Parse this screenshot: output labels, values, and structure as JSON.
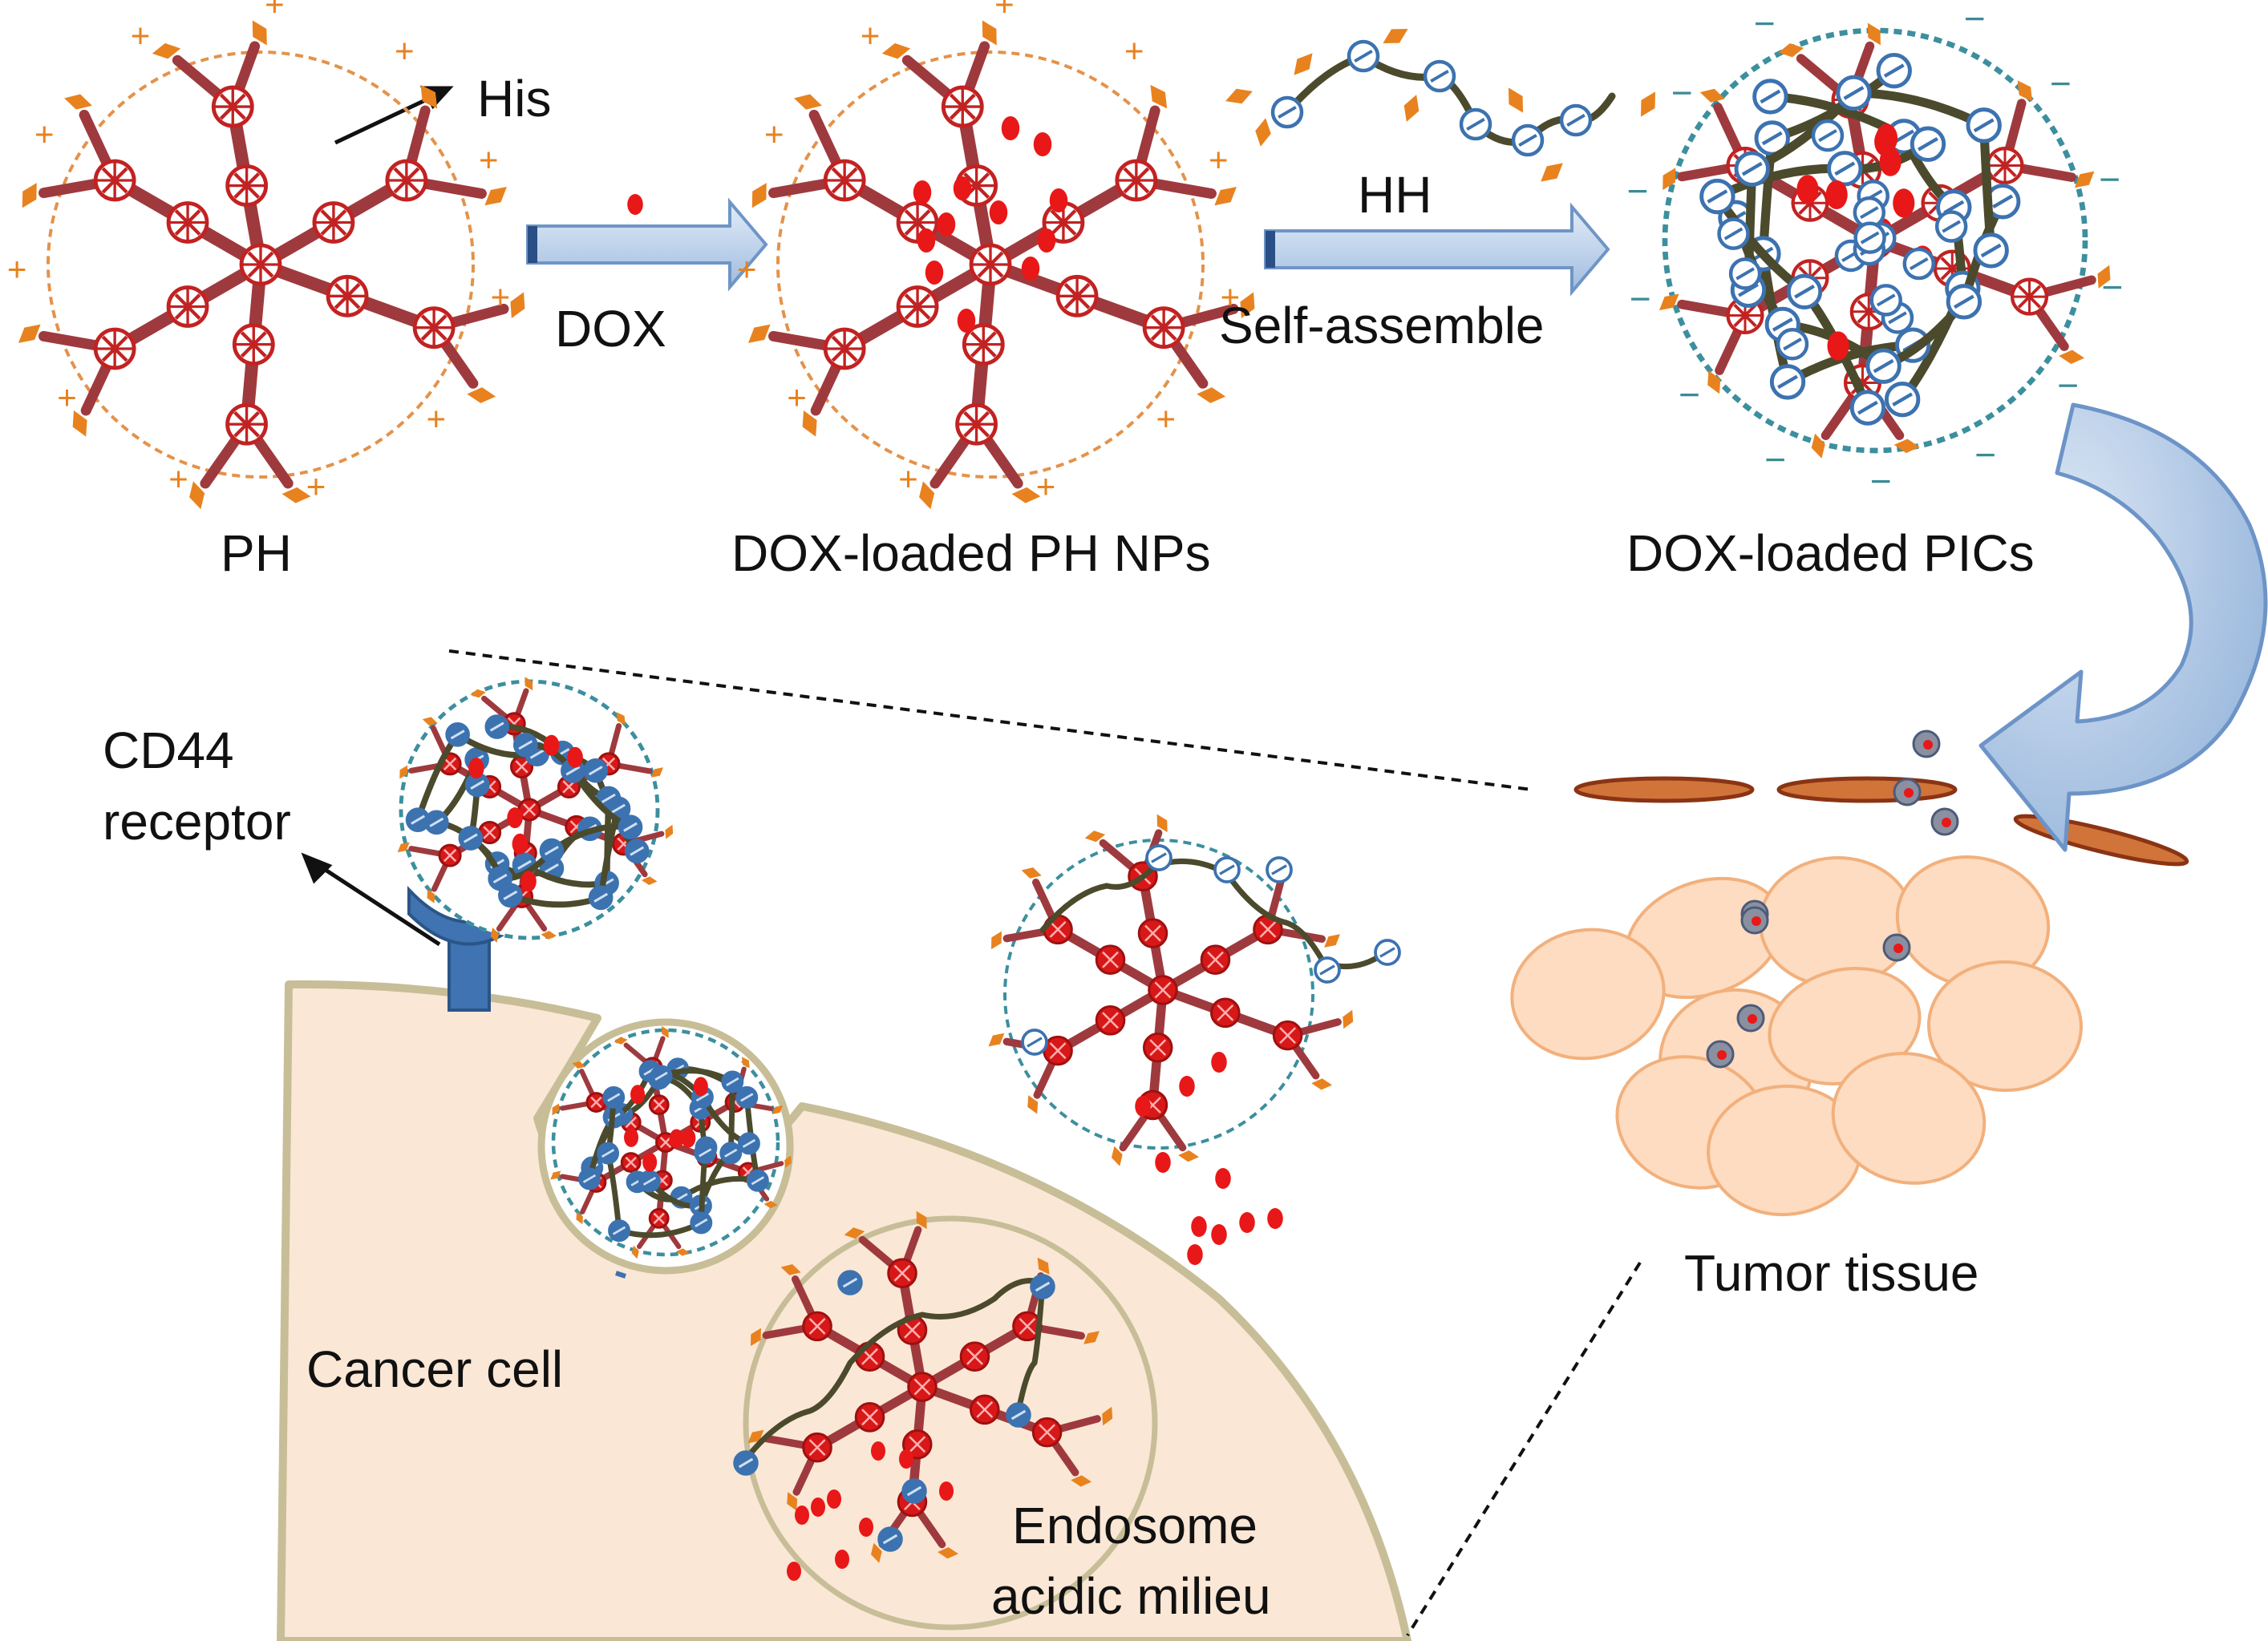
{
  "labels": {
    "his": "His",
    "dox": "DOX",
    "hh": "HH",
    "self_assemble": "Self-assemble",
    "ph": "PH",
    "dox_loaded_ph_nps": "DOX-loaded PH NPs",
    "dox_loaded_pics": "DOX-loaded PICs",
    "cd44_line1": "CD44",
    "cd44_line2": "receptor",
    "cancer_cell": "Cancer cell",
    "endosome_line1": "Endosome",
    "endosome_line2": "acidic milieu",
    "tumor_tissue": "Tumor tissue"
  },
  "signs": {
    "positive": "+",
    "negative": "−"
  },
  "colors": {
    "polymer_branch": "#9e3a3e",
    "polymer_node_ring": "#c22222",
    "his_moiety": "#e8821e",
    "dox_drug": "#e81818",
    "hh_chain": "#4b4a2c",
    "hh_node": "#3c72b0",
    "pos_boundary": "#e4924a",
    "neg_boundary": "#3c8f9e",
    "arrow_fill": "#b7cdea",
    "arrow_stroke": "#6f95c6",
    "curved_arrow_fill": "#8fb0d9",
    "cell_fill": "#fbe7d6",
    "cell_border": "#c7be98",
    "receptor": "#3f73b1",
    "tissue_cell_fill": "#fddcc1",
    "tissue_cell_border": "#f2b07c",
    "vessel_fill": "#d0743a",
    "vessel_border": "#8a3414"
  }
}
